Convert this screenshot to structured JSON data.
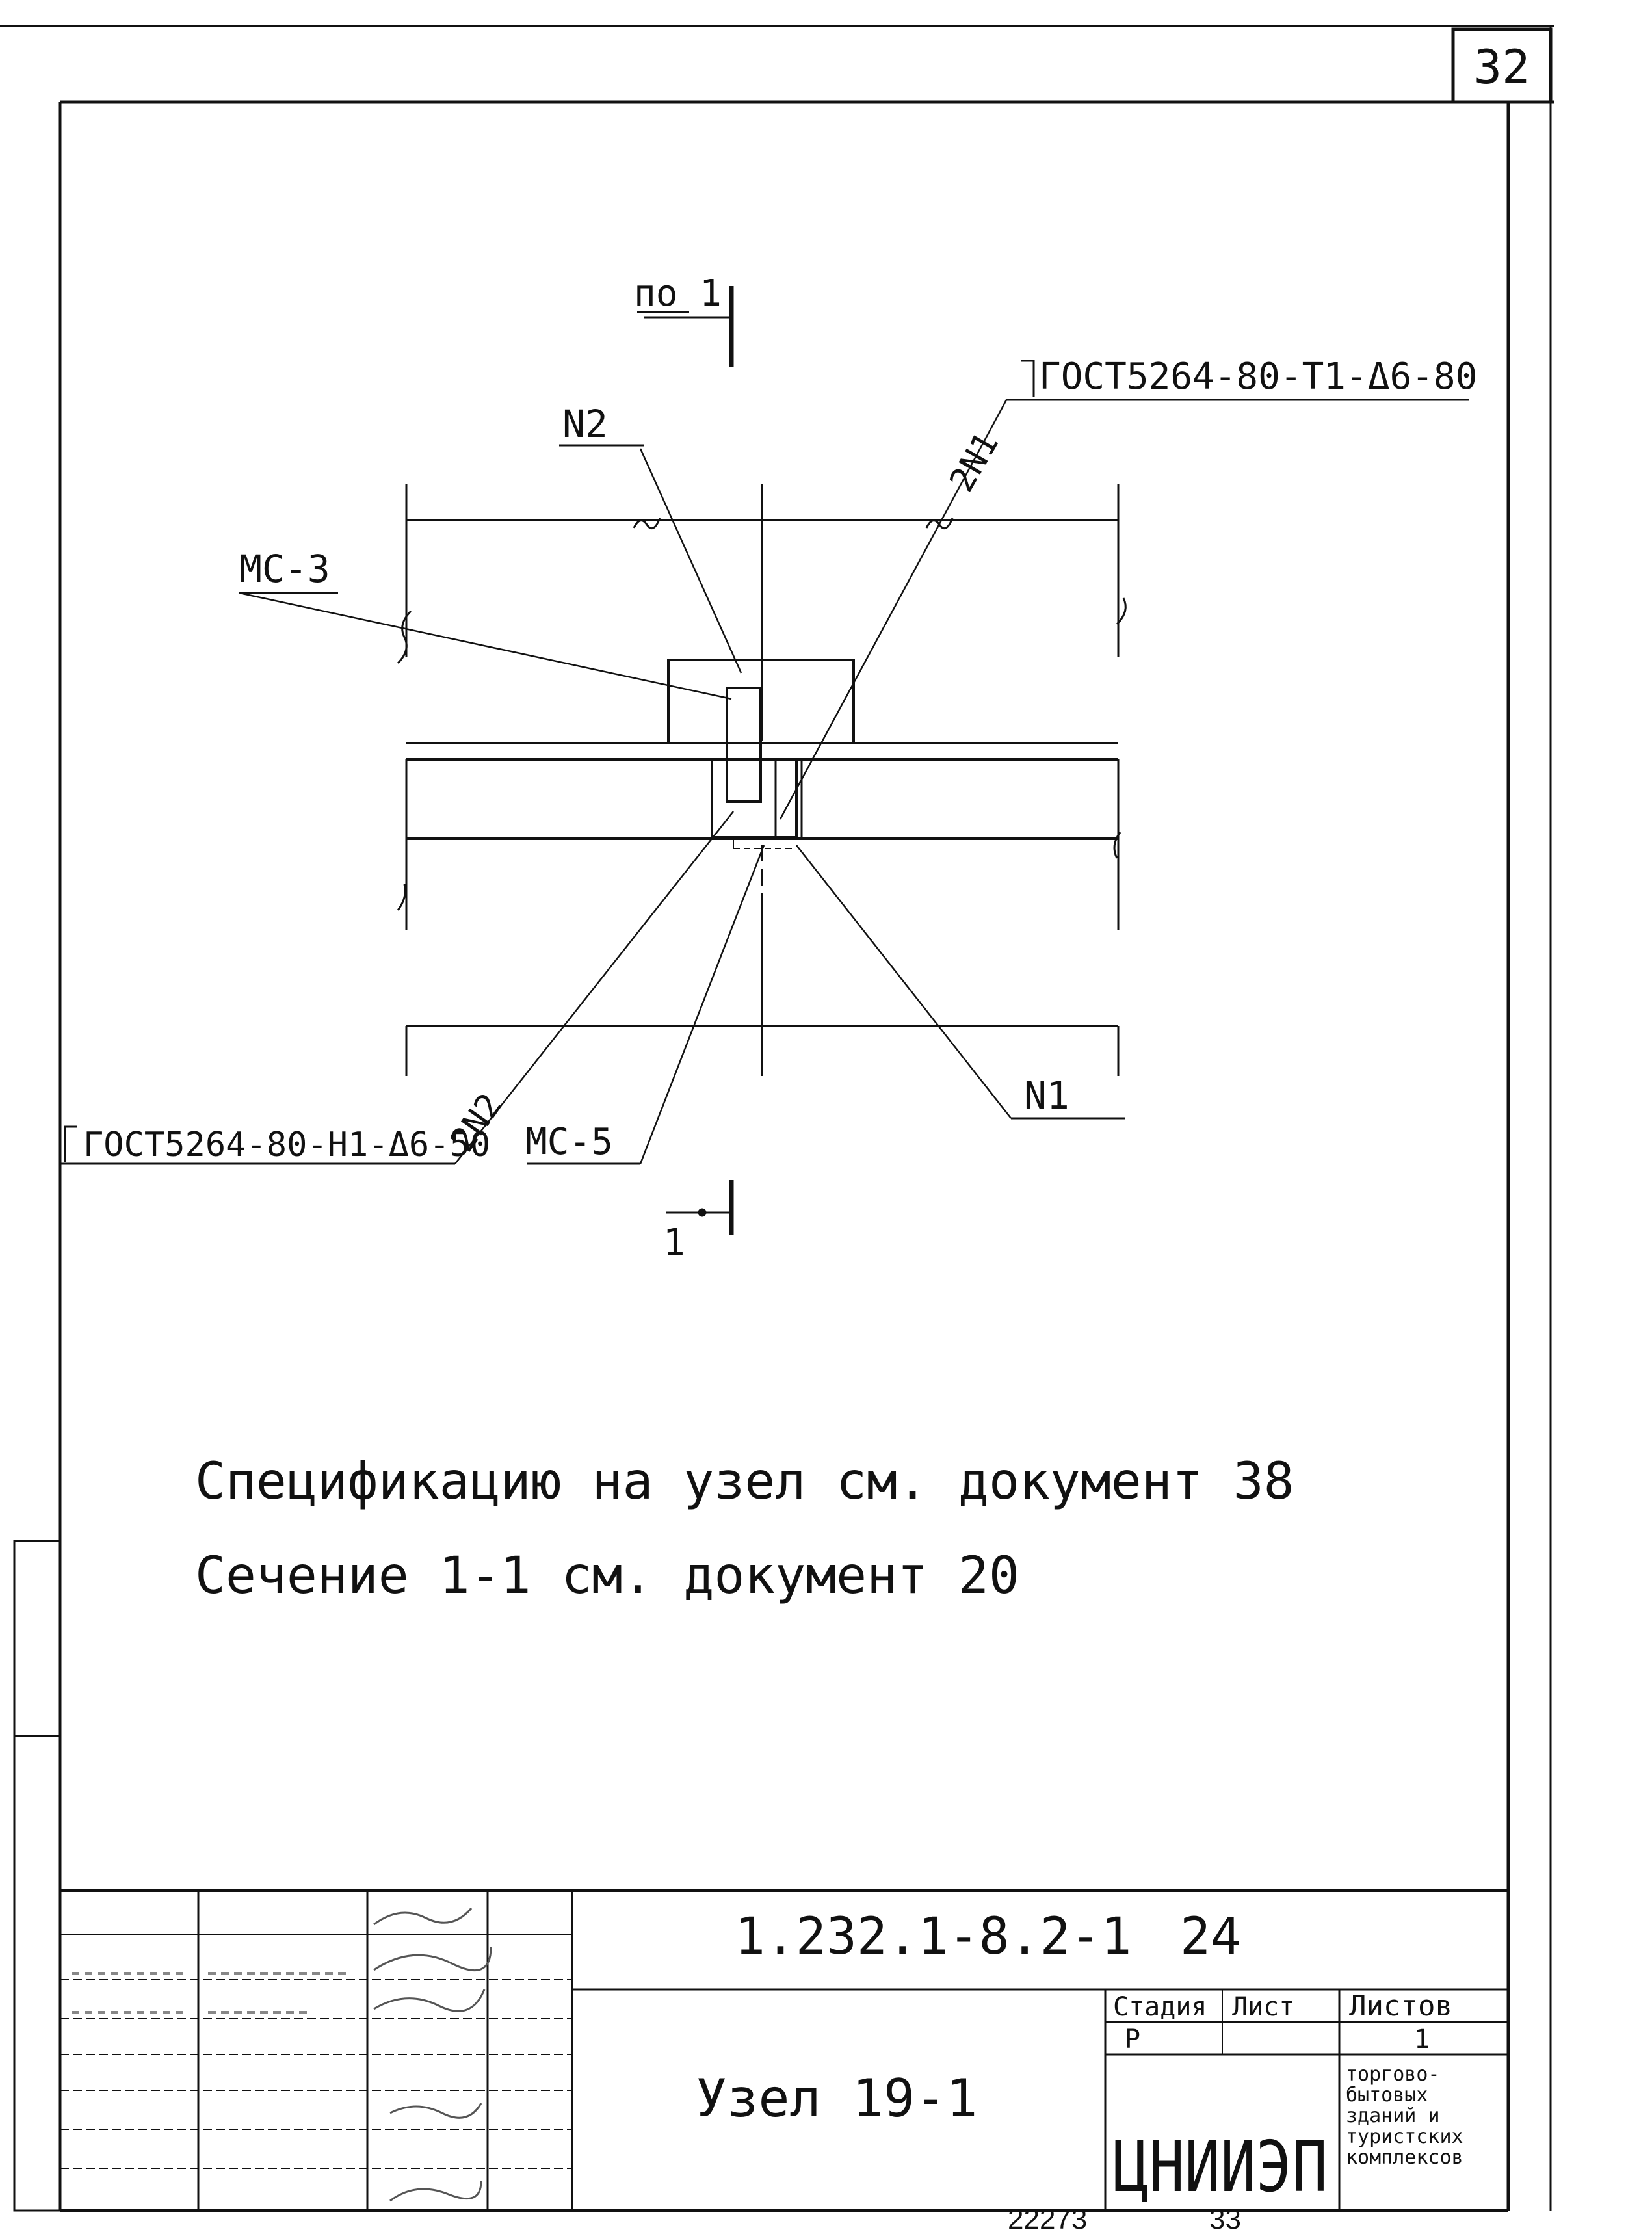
{
  "page": {
    "number": "32",
    "scan_numbers": [
      "22273",
      "33"
    ]
  },
  "drawing": {
    "labels": {
      "view_ref_top": "по 1",
      "view_ref_bottom": "1",
      "n2": "N2",
      "mc3": "МС-3",
      "weld_top": "ГОСТ5264-80-Т1-Δ6-80",
      "leader_2n1": "2N1",
      "weld_bottom": "ГОСТ5264-80-Н1-Δ6-50",
      "leader_2n2": "2N2",
      "mc5": "МС-5",
      "n1": "N1"
    }
  },
  "notes": [
    "Спецификацию на узел см. документ 38",
    "Сечение 1-1 см. документ 20"
  ],
  "title_block": {
    "code": "1.232.1-8.2-1",
    "sheet_no": "24",
    "title": "Узел 19-1",
    "col_stage": "Стадия",
    "col_sheet": "Лист",
    "col_sheets": "Листов",
    "stage_value": "Р",
    "sheets_value": "1",
    "org_logo": "ЦНИИЭП",
    "org_text": [
      "торгово-",
      "бытовых",
      "зданий и",
      "туристских",
      "комплексов"
    ]
  }
}
